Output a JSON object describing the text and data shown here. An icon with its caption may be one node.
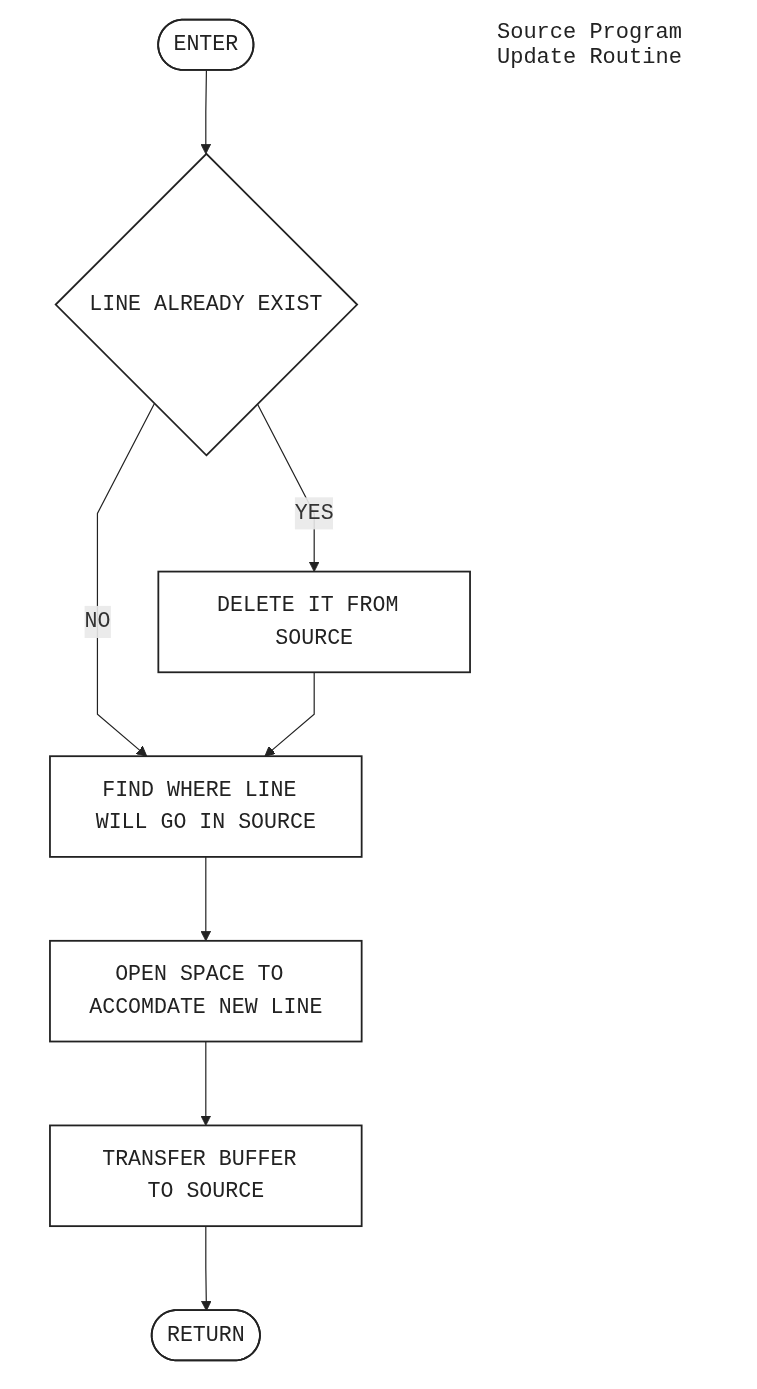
{
  "diagram": {
    "title": "Source Program Update Routine",
    "nodes": [
      {
        "text": [
          "ENTER"
        ]
      },
      {
        "text": [
          "LINE ALREADY EXIST"
        ]
      },
      {
        "text": [
          "DELETE IT FROM SOURCE"
        ]
      },
      {
        "text": [
          "FIND WHERE LINE WILL GO IN SOURCE"
        ]
      },
      {
        "text": [
          "OPEN SPACE TO ACCOMDATE NEW LINE"
        ]
      },
      {
        "text": [
          "TRANSFER BUFFER TO SOURCE"
        ]
      },
      {
        "text": [
          "RETURN"
        ]
      }
    ],
    "edges": [
      {
        "from": 0,
        "to": 1,
        "arrow": "to"
      },
      {
        "from": 1,
        "to": 2,
        "arrow": "to",
        "label": "YES"
      },
      {
        "from": 1,
        "to": 3,
        "arrow": "to",
        "label": "NO"
      },
      {
        "from": 2,
        "to": 3,
        "arrow": "to"
      },
      {
        "from": 3,
        "to": 4,
        "arrow": "to"
      },
      {
        "from": 4,
        "to": 5,
        "arrow": "to"
      },
      {
        "from": 5,
        "to": 6,
        "arrow": "to"
      }
    ]
  }
}
